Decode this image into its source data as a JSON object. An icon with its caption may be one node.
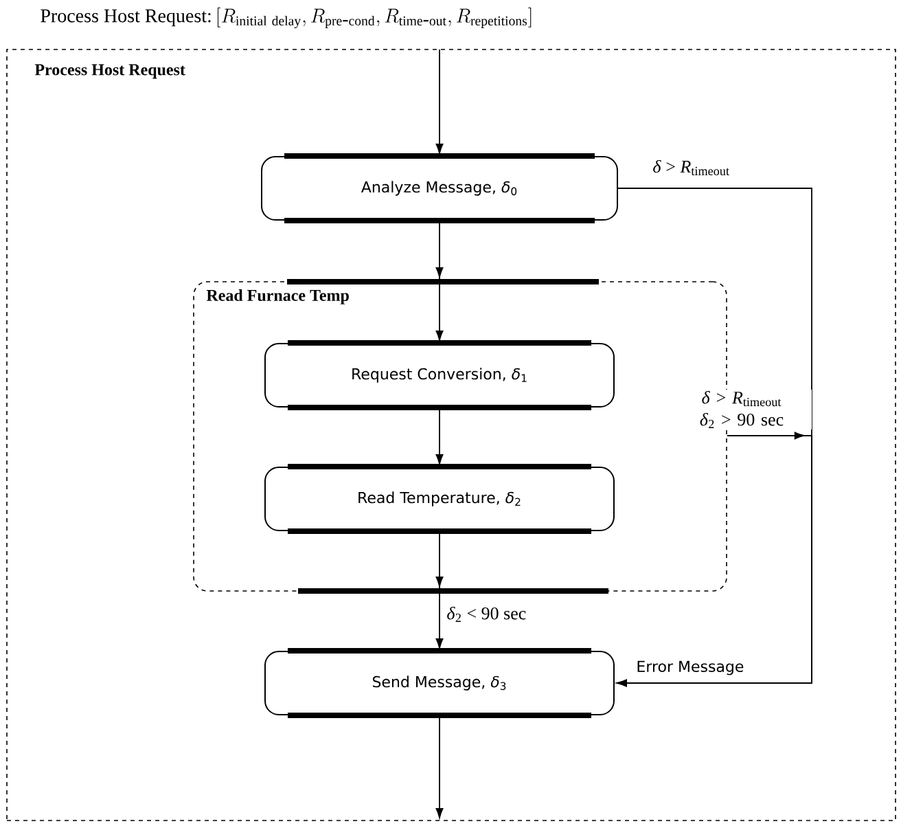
{
  "diagram": {
    "title": "Process Host Request:",
    "nodes": [
      {
        "text": [
          "Process Host Request"
        ]
      },
      {
        "text": [
          "Analyze Message, *δ*$_{0}$"
        ],
        "in": 0
      },
      {
        "text": [
          "Read Furnace Temp"
        ],
        "in": 0
      },
      {
        "text": [
          "Request Conversion, *δ*$_{1}$"
        ],
        "in": 2
      },
      {
        "text": [
          "Read Temperature, *δ*$_{2}$"
        ],
        "in": 2
      },
      {
        "text": [
          "Send Message, *δ*$_{3}$"
        ],
        "in": 0
      }
    ],
    "edges": [
      {
        "from": null,
        "to": 1,
        "arrow": "to"
      },
      {
        "from": 1,
        "to": 3,
        "arrow": "to"
      },
      {
        "from": 3,
        "to": 4,
        "arrow": "to"
      },
      {
        "from": 4,
        "to": 5,
        "arrow": "to",
        "label": "*δ*$_{2}$ < 90 sec"
      },
      {
        "from": 1,
        "to": 5,
        "arrow": "to",
        "label": "*δ* > *R*$_{timeout}$"
      },
      {
        "from": 2,
        "to": 5,
        "arrow": "to",
        "label": "*δ* > *R*$_{timeout}$ *δ*$_{2}$ > 90 sec"
      },
      {
        "from": 5,
        "to": null,
        "arrow": "to"
      }
    ],
    "labels": [
      "[R_{\\mathrm{initial\\ delay}},R_{\\mathrm{pre\\mbox{-}cond}},R_{\\mathrm{time\\mbox{-}out}},R_{\\mathrm{repetitions}}]",
      "Error Message"
    ]
  }
}
